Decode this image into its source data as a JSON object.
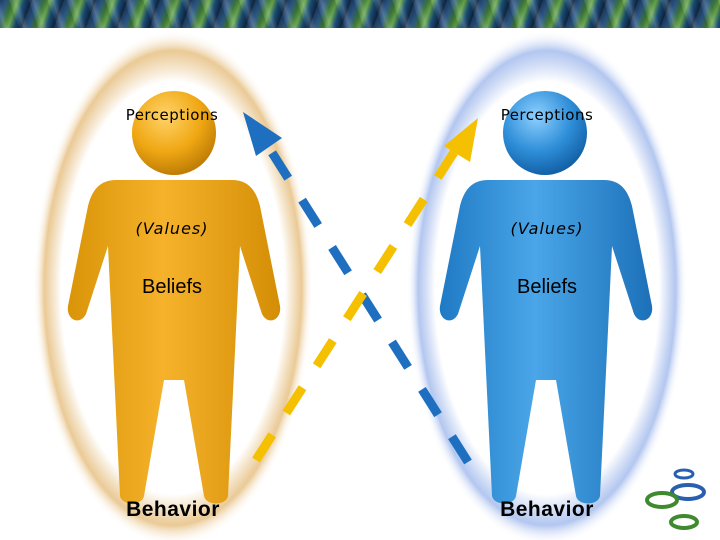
{
  "left_person": {
    "perceptions": "Perceptions",
    "values": "(Values)",
    "beliefs": "Beliefs",
    "behavior": "Behavior",
    "color": "#f0a814",
    "aura_color": "#e8c48a"
  },
  "right_person": {
    "perceptions": "Perceptions",
    "values": "(Values)",
    "beliefs": "Beliefs",
    "behavior": "Behavior",
    "color": "#2e8ed8",
    "aura_color": "#aac0ee"
  },
  "arrows": {
    "blue_arrow_color": "#1f6fc0",
    "yellow_arrow_color": "#f5c000"
  },
  "decor": {
    "banner_icon": "woven-banner",
    "logo_icon": "rings-logo"
  }
}
